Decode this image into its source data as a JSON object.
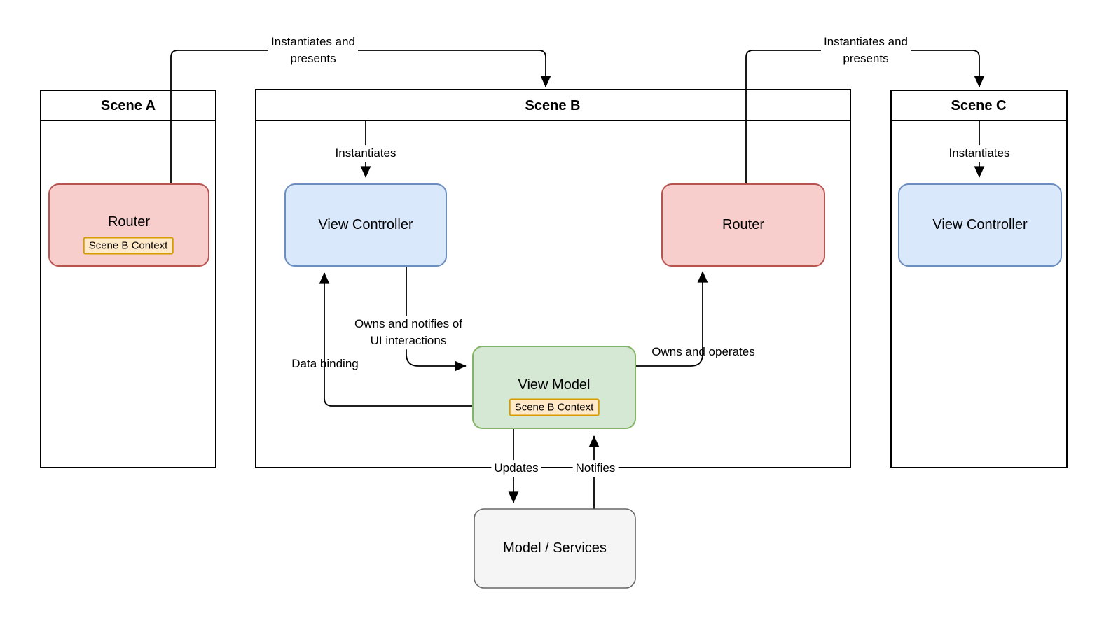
{
  "scenes": {
    "a": {
      "title": "Scene A"
    },
    "b": {
      "title": "Scene B"
    },
    "c": {
      "title": "Scene C"
    }
  },
  "nodes": {
    "router_a": {
      "label": "Router",
      "badge": "Scene B Context"
    },
    "view_controller_b": {
      "label": "View Controller"
    },
    "router_b": {
      "label": "Router"
    },
    "view_controller_c": {
      "label": "View Controller"
    },
    "view_model": {
      "label": "View Model",
      "badge": "Scene B Context"
    },
    "model_services": {
      "label": "Model / Services"
    }
  },
  "edges": {
    "router_a_presents": {
      "line1": "Instantiates and",
      "line2": "presents"
    },
    "router_b_presents": {
      "line1": "Instantiates and",
      "line2": "presents"
    },
    "scene_b_instantiates": {
      "label": "Instantiates"
    },
    "scene_c_instantiates": {
      "label": "Instantiates"
    },
    "owns_notifies": {
      "line1": "Owns and notifies of",
      "line2": "UI interactions"
    },
    "data_binding": {
      "label": "Data binding"
    },
    "owns_operates": {
      "label": "Owns and operates"
    },
    "updates": {
      "label": "Updates"
    },
    "notifies": {
      "label": "Notifies"
    }
  },
  "colors": {
    "router_fill": "#f8cecc",
    "router_stroke": "#b85450",
    "view_controller_fill": "#dae8fc",
    "view_controller_stroke": "#6c8ebf",
    "view_model_fill": "#d5e8d4",
    "view_model_stroke": "#82b366",
    "model_fill": "#f5f5f5",
    "model_stroke": "#666666",
    "badge_fill": "#ffe9c8",
    "badge_stroke": "#d79b00",
    "container_fill": "#ffffff",
    "container_stroke": "#000000",
    "line": "#000000"
  }
}
